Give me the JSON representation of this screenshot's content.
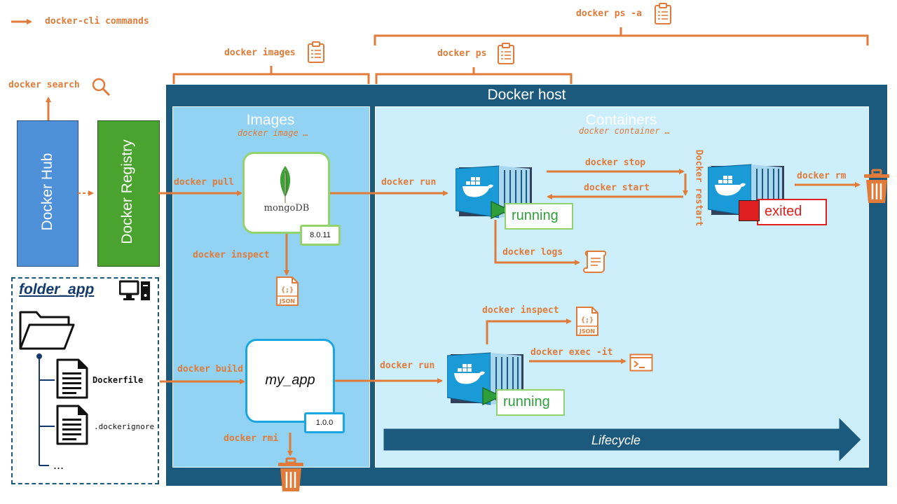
{
  "legend": {
    "label": "docker-cli commands"
  },
  "commands": {
    "search": "docker search",
    "images": "docker images",
    "ps": "docker ps",
    "ps_a": "docker ps -a",
    "pull": "docker pull",
    "inspect_image": "docker inspect",
    "build": "docker build",
    "rmi": "docker rmi",
    "run_top": "docker run",
    "run_bottom": "docker run",
    "stop": "docker stop",
    "start": "docker start",
    "restart": "Docker restart",
    "rm": "docker rm",
    "logs": "docker logs",
    "inspect_container": "docker inspect",
    "exec": "docker exec -it"
  },
  "registries": {
    "hub": "Docker Hub",
    "registry": "Docker Registry"
  },
  "host": {
    "title": "Docker host",
    "images_title": "Images",
    "images_sub": "docker image …",
    "containers_title": "Containers",
    "containers_sub": "docker container …",
    "lifecycle": "Lifecycle"
  },
  "images": {
    "mongo_name": "mongoDB",
    "mongo_version": "8.0.11",
    "app_name": "my_app",
    "app_version": "1.0.0"
  },
  "containers": {
    "running_label": "running",
    "running_label_2": "running",
    "exited_label": "exited"
  },
  "folder": {
    "title": "folder_app",
    "files": [
      "Dockerfile",
      ".dockerignore",
      "..."
    ]
  },
  "icons": {
    "clipboard": "clipboard-icon",
    "search": "magnifier-icon",
    "trash": "trash-icon",
    "json": "json-file-icon",
    "terminal": "terminal-icon",
    "scroll": "log-scroll-icon",
    "computer": "computer-icon",
    "folder": "folder-icon",
    "document": "document-icon"
  },
  "colors": {
    "orange": "#e07b39",
    "host_dark": "#1c5a7d",
    "images_bg": "#92d3f4",
    "containers_bg": "#cdeefb",
    "hub_blue": "#4f91d9",
    "registry_green": "#4aa32e",
    "running_green": "#2e9e3b",
    "exited_red": "#e02020"
  }
}
